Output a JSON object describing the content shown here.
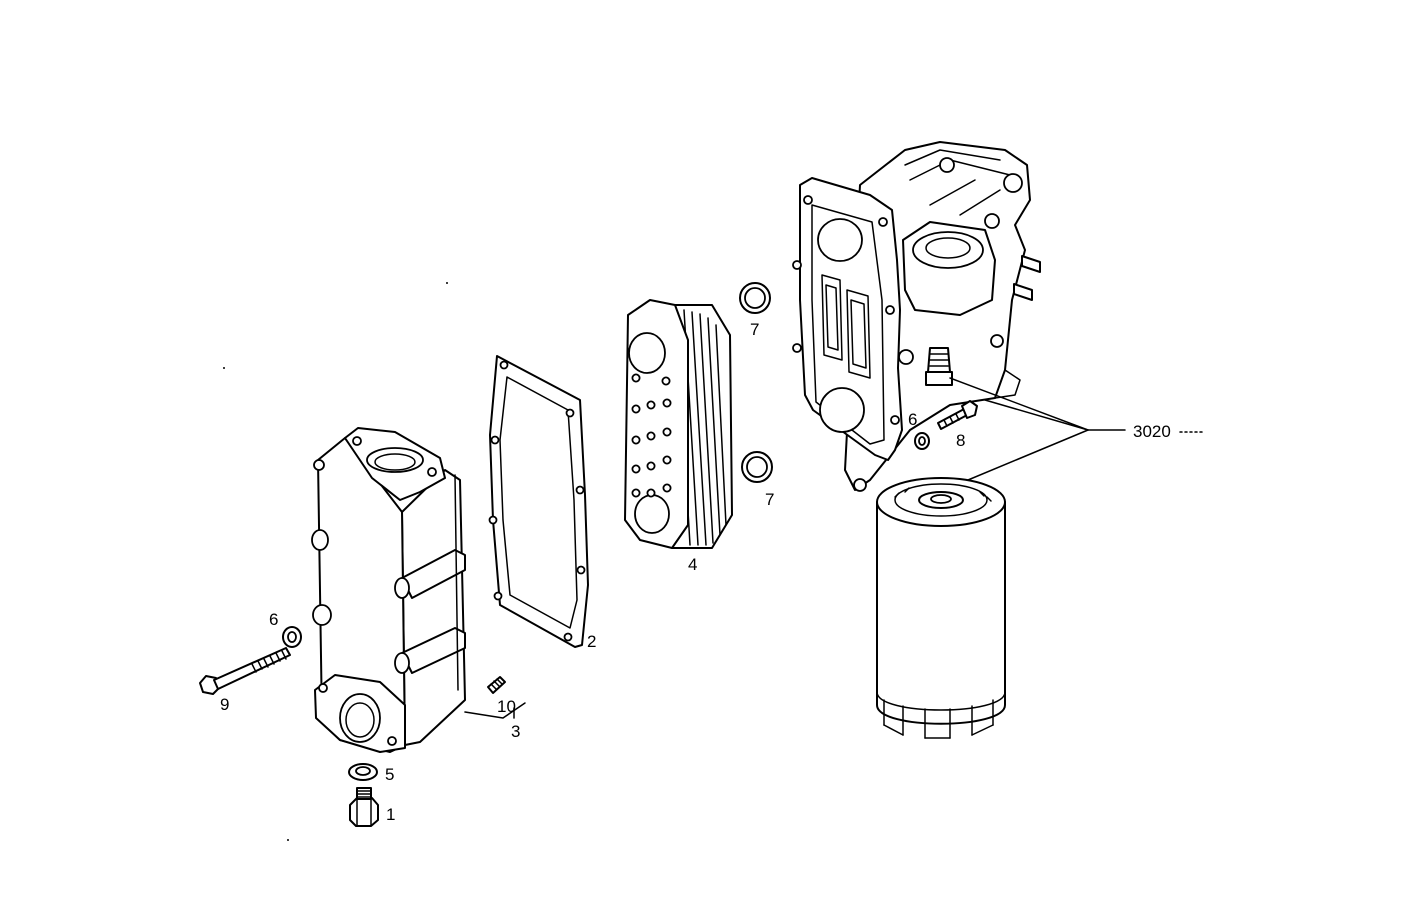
{
  "diagram": {
    "labels": {
      "p1": "1",
      "p2": "2",
      "p3": "3",
      "p4": "4",
      "p5": "5",
      "p6a": "6",
      "p6b": "6",
      "p7a": "7",
      "p7b": "7",
      "p8": "8",
      "p9": "9",
      "p10": "10",
      "ref": "3020"
    },
    "colors": {
      "ink": "#000000",
      "paper": "#ffffff"
    }
  }
}
